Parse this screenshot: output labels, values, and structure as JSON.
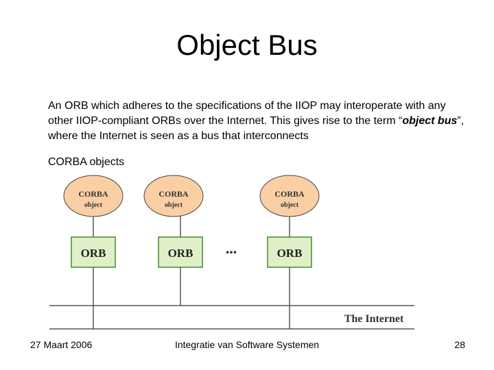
{
  "slide": {
    "title": "Object Bus",
    "paragraph_1": {
      "before": "An ORB which adheres to the specifications of the IIOP may interoperate with any other IIOP-compliant ORBs over the Internet.  This gives rise to the term “",
      "emphasis": "object bus",
      "after": "”, where the Internet is seen as a bus that interconnects"
    },
    "paragraph_2": "CORBA objects"
  },
  "diagram": {
    "nodes": [
      {
        "object_label_1": "CORBA",
        "object_label_2": "object",
        "orb_label": "ORB"
      },
      {
        "object_label_1": "CORBA",
        "object_label_2": "object",
        "orb_label": "ORB"
      },
      {
        "object_label_1": "CORBA",
        "object_label_2": "object",
        "orb_label": "ORB"
      }
    ],
    "ellipsis": "...",
    "bus_label": "The Internet",
    "colors": {
      "object_fill": "#f9cfa3",
      "orb_fill": "#dff0c8",
      "orb_stroke": "#3f8a2a",
      "line": "#555555"
    }
  },
  "footer": {
    "date": "27 Maart 2006",
    "course": "Integratie van Software Systemen",
    "page": "28"
  }
}
